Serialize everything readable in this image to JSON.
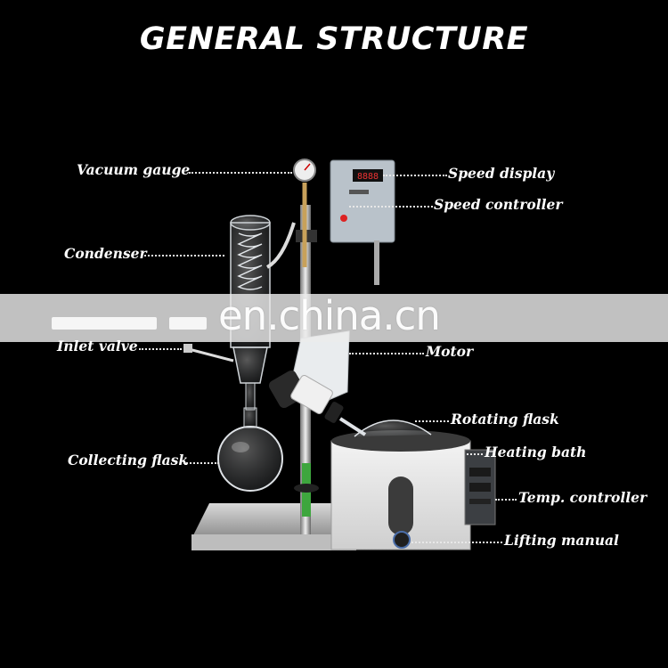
{
  "title": "GENERAL STRUCTURE",
  "watermark": "en.china.cn",
  "labels": {
    "vacuum_gauge": "Vacuum gauge",
    "speed_display": "Speed display",
    "speed_controller": "Speed controller",
    "condenser": "Condenser",
    "inlet_valve": "Inlet valve",
    "motor": "Motor",
    "rotating_flask": "Rotating flask",
    "heating_bath": "Heating bath",
    "collecting_flask": "Collecting flask",
    "temp_controller": "Temp. controller",
    "lifting_manual": "Lifting manual"
  },
  "display_readout": "8888",
  "colors": {
    "background": "#000000",
    "text": "#ffffff",
    "watermark_band": "#ebebeb"
  }
}
